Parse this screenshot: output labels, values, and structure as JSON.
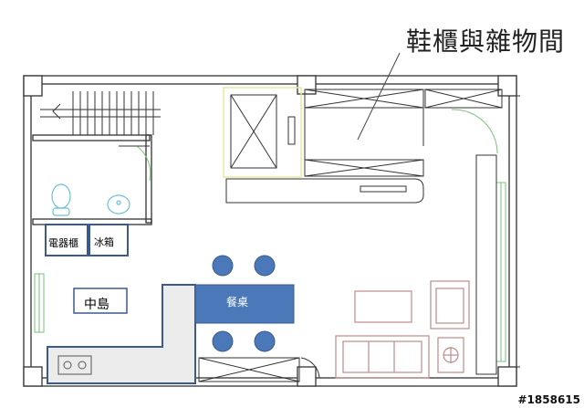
{
  "callout": {
    "text": "鞋櫃與雜物間"
  },
  "labels": {
    "cabinet": "電器櫃",
    "fridge": "冰箱",
    "island": "中島",
    "dining_table": "餐桌"
  },
  "watermark": "#1858615",
  "colors": {
    "wall": "#222222",
    "blue_furniture": "#4a78b8",
    "blue_outline": "#3a5a8f",
    "sofa": "#c08a8a",
    "window": "#7ac07a",
    "yellow_outline": "#e8e8a0",
    "gray_counter": "#e8e8e8"
  }
}
